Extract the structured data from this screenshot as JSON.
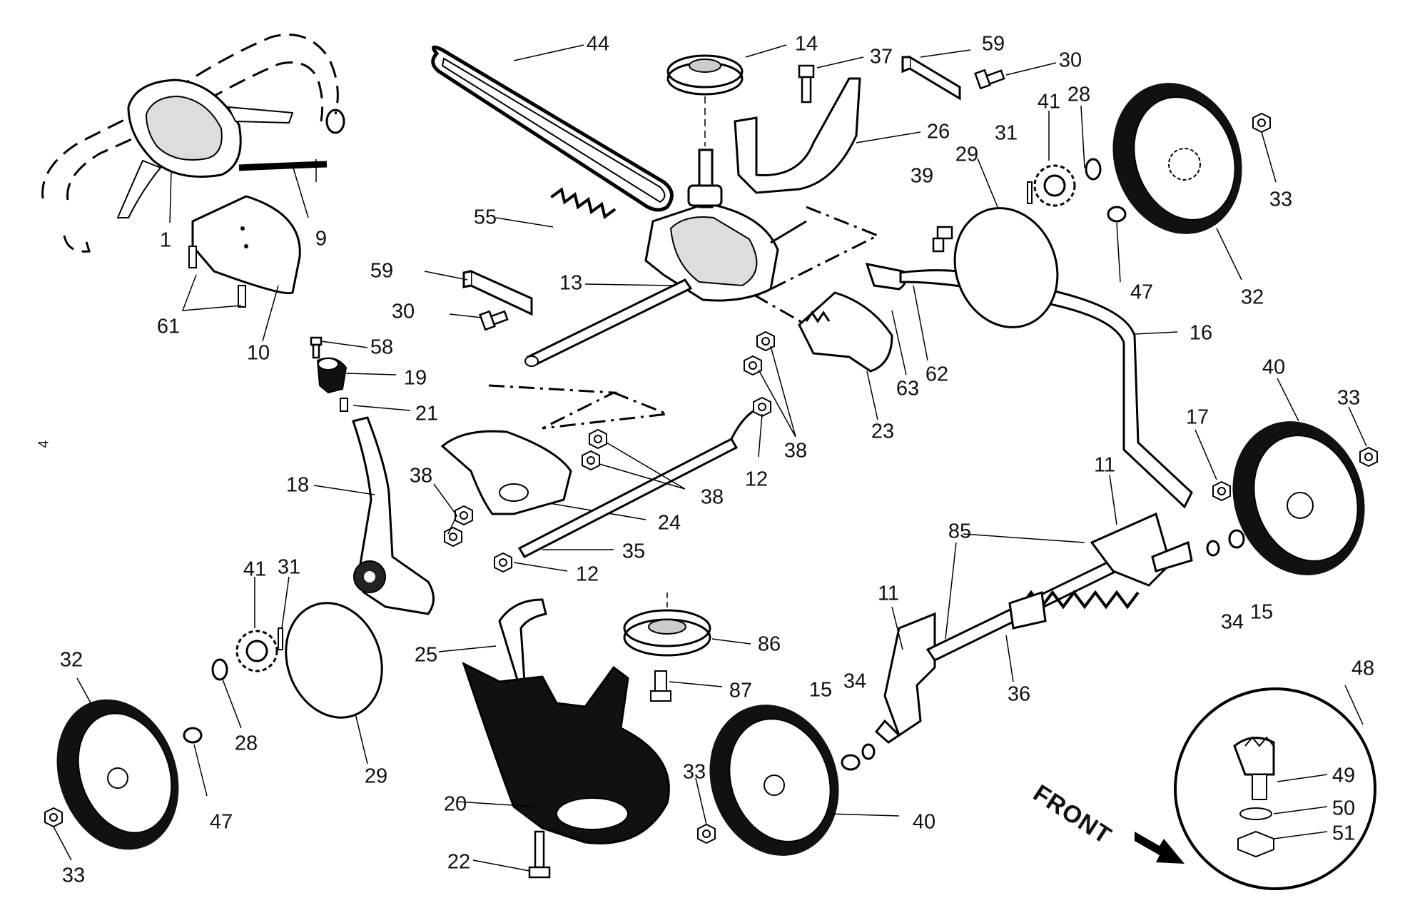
{
  "page_number": "4",
  "front_label": "FRONT",
  "callouts": {
    "p44": "44",
    "p14": "14",
    "p37": "37",
    "p59a": "59",
    "p30a": "30",
    "p1": "1",
    "p9": "9",
    "p61": "61",
    "p10": "10",
    "p26": "26",
    "p41a": "41",
    "p28a": "28",
    "p31a": "31",
    "p29a": "29",
    "p39": "39",
    "p33a": "33",
    "p32a": "32",
    "p47a": "47",
    "p55": "55",
    "p59b": "59",
    "p13": "13",
    "p30b": "30",
    "p58": "58",
    "p19": "19",
    "p21": "21",
    "p16": "16",
    "p63": "63",
    "p62": "62",
    "p23": "23",
    "p38a": "38",
    "p40a": "40",
    "p33b": "33",
    "p17": "17",
    "p11a": "11",
    "p18": "18",
    "p38b": "38",
    "p38c": "38",
    "p24": "24",
    "p12a": "12",
    "p35": "35",
    "p12b": "12",
    "p41b": "41",
    "p31b": "31",
    "p85": "85",
    "p34a": "34",
    "p15a": "15",
    "p25": "25",
    "p86": "86",
    "p87": "87",
    "p11b": "11",
    "p32b": "32",
    "p28b": "28",
    "p29b": "29",
    "p47b": "47",
    "p33c": "33",
    "p15b": "15",
    "p34b": "34",
    "p36": "36",
    "p48": "48",
    "p20": "20",
    "p33d": "33",
    "p40b": "40",
    "p49": "49",
    "p50": "50",
    "p51": "51",
    "p22": "22"
  }
}
